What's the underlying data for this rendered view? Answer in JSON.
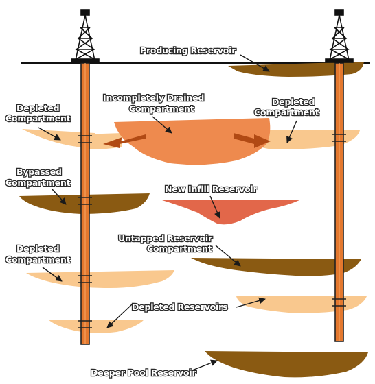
{
  "diagram": {
    "labels": {
      "producing": "Producing Reservoir",
      "incompletely_drained_1": "Incompletely Drained",
      "incompletely_drained_2": "Compartment",
      "depleted_right_1": "Depleted",
      "depleted_right_2": "Compartment",
      "depleted_top_left_1": "Depleted",
      "depleted_top_left_2": "Compartment",
      "bypassed_1": "Bypassed",
      "bypassed_2": "Compartment",
      "new_infill": "New Infill Reservoir",
      "untapped_1": "Untapped Reservoir",
      "untapped_2": "Compartment",
      "depleted_mid_left_1": "Depleted",
      "depleted_mid_left_2": "Compartment",
      "depleted_reservoirs": "Depleted Reservoirs",
      "deeper_pool": "Deeper Pool Reservoir"
    },
    "colors": {
      "depleted": "#f9c88e",
      "dark_reservoir": "#8a5a12",
      "drained": "#ee8a4e",
      "infill": "#e2674a",
      "well_pipe": "#e4782e",
      "flow_arrow": "#b14a14"
    },
    "icons": [
      "derrick-left-icon",
      "derrick-right-icon"
    ]
  }
}
